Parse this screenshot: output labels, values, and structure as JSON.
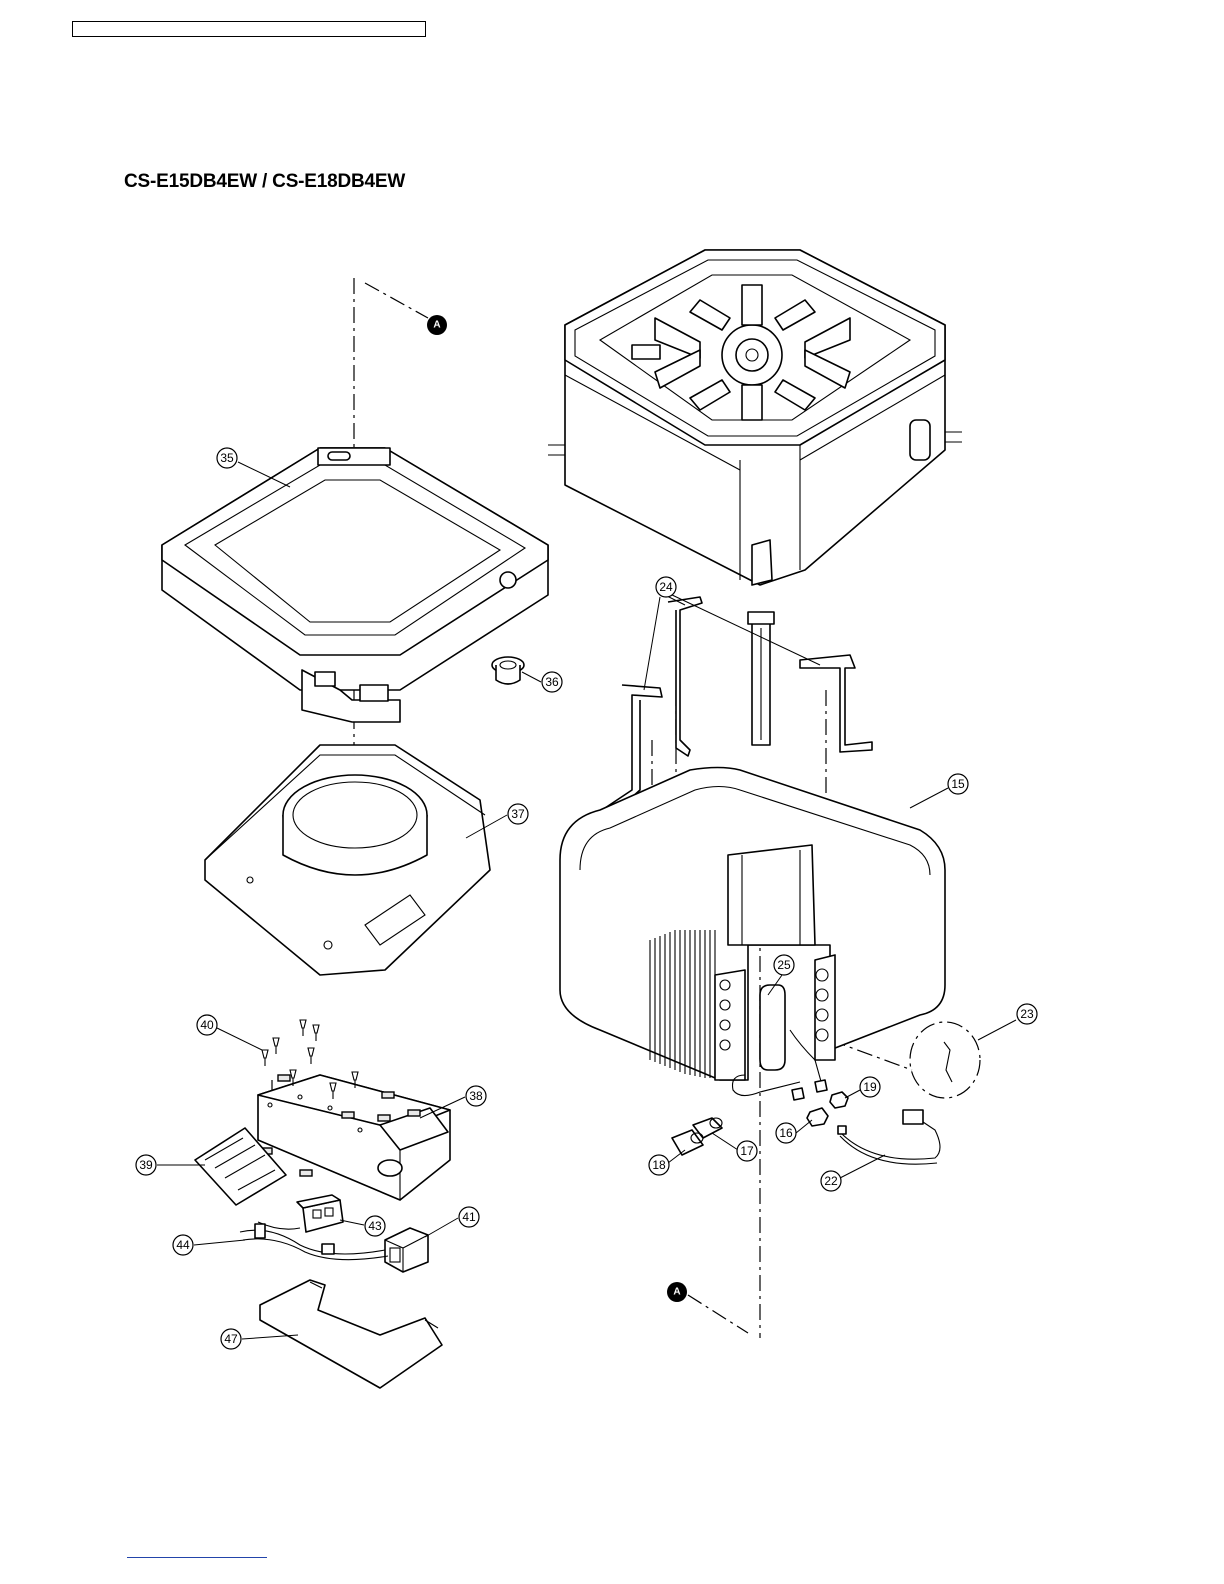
{
  "document": {
    "title": "CS-E15DB4EW / CS-E18DB4EW"
  },
  "callouts": [
    "15",
    "16",
    "17",
    "18",
    "19",
    "22",
    "23",
    "24",
    "25",
    "35",
    "36",
    "37",
    "38",
    "39",
    "40",
    "41",
    "43",
    "44",
    "47"
  ],
  "reference_marks": {
    "a1": "A",
    "a2": "A"
  }
}
